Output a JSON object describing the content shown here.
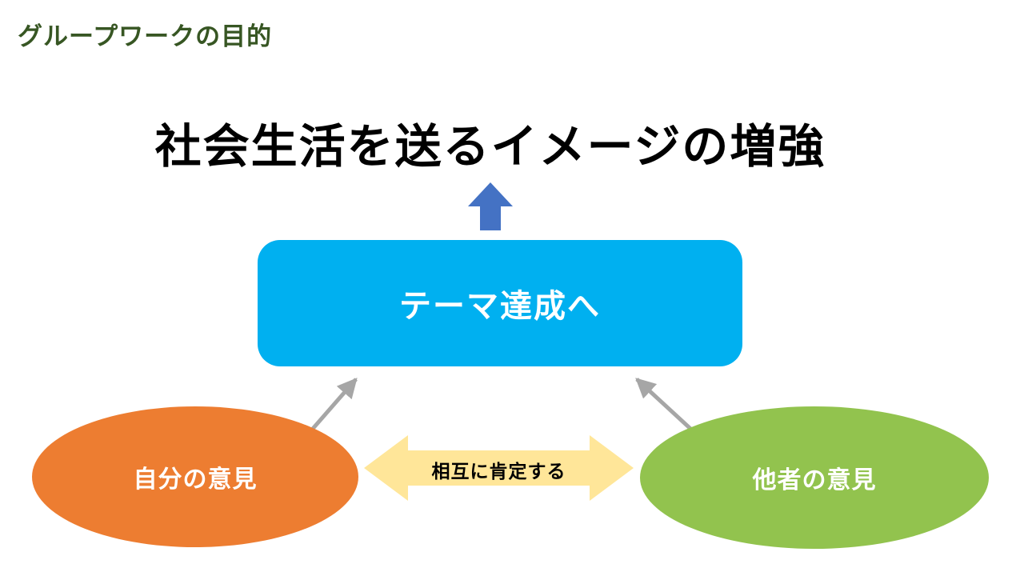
{
  "slide": {
    "heading": "グループワークの目的",
    "main_title": "社会生活を送るイメージの増強",
    "theme_box": {
      "label": "テーマ達成へ"
    },
    "left_ellipse": {
      "label": "自分の意見"
    },
    "right_ellipse": {
      "label": "他者の意見"
    },
    "mutual_arrow": {
      "label": "相互に肯定する"
    }
  },
  "colors": {
    "heading_green": "#375623",
    "title_black": "#000000",
    "up_arrow_blue": "#4472C4",
    "theme_box_cyan": "#00B0F0",
    "left_ellipse_orange": "#ED7D31",
    "right_ellipse_green": "#92C34E",
    "mutual_arrow_yellow": "#FFE699",
    "connector_gray": "#A6A6A6",
    "white_text": "#FFFFFF"
  }
}
